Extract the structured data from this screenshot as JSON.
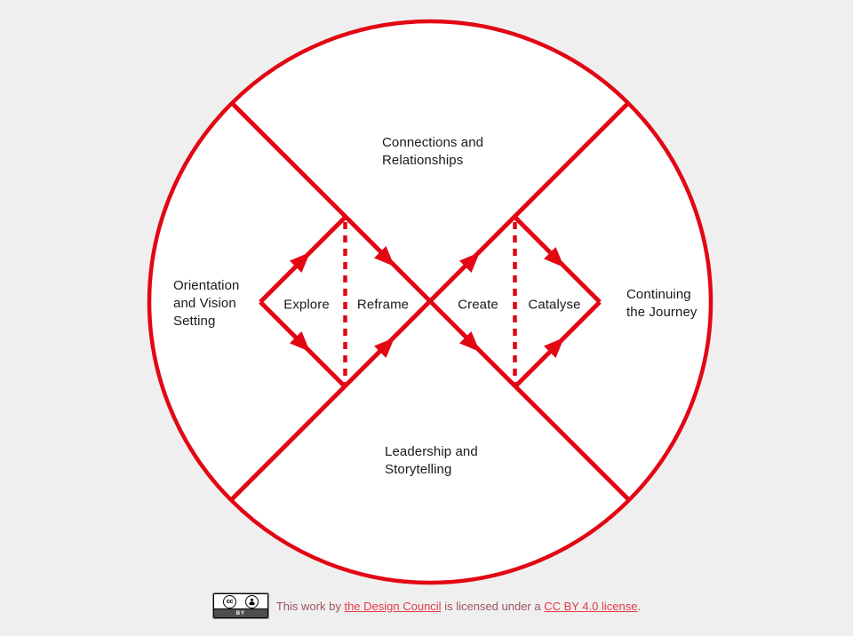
{
  "diagram": {
    "outer_labels": {
      "top": [
        "Connections and",
        "Relationships"
      ],
      "left": [
        "Orientation",
        "and Vision",
        "Setting"
      ],
      "right": [
        "Continuing",
        "the Journey"
      ],
      "bottom": [
        "Leadership and",
        "Storytelling"
      ]
    },
    "phases": {
      "explore": "Explore",
      "reframe": "Reframe",
      "create": "Create",
      "catalyse": "Catalyse"
    }
  },
  "footer": {
    "badge": {
      "cc_label": "cc",
      "by_label": "BY"
    },
    "text_prefix": "This work by",
    "link_design_council": "the Design Council",
    "text_middle": "is licensed under a",
    "link_license": "CC BY 4.0 license",
    "text_suffix": "."
  },
  "colors": {
    "background": "#f0eff0",
    "diagram_red": "#e30613",
    "circle_fill": "#ffffff",
    "label_text": "#1a1a1a",
    "footer_text": "#9c545b",
    "footer_link": "#e23b46"
  }
}
